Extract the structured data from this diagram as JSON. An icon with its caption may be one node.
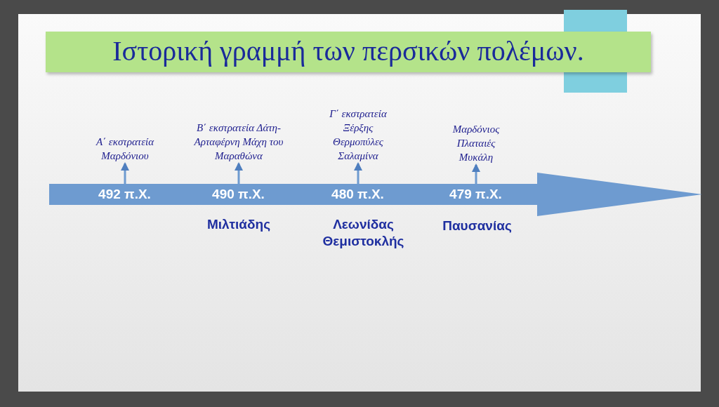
{
  "diagram": {
    "title": "Ιστορική γραμμή των περσικών πολέμων.",
    "nodes": [
      {
        "text": [],
        "shape": "arrow"
      },
      {
        "text": [
          "492 π.Χ."
        ],
        "in": 0
      },
      {
        "text": [
          "490 π.Χ."
        ],
        "in": 0
      },
      {
        "text": [
          "480 π.Χ."
        ],
        "in": 0
      },
      {
        "text": [
          "479 π.Χ."
        ],
        "in": 0
      },
      {
        "text": [
          "Α΄ εκστρατεία Μαρδόνιου"
        ]
      },
      {
        "text": [
          "Β΄ εκστρατεία Δάτη-Αρταφέρνη Μάχη του Μαραθώνα"
        ]
      },
      {
        "text": [
          "Γ΄ εκστρατεία Ξέρξης Θερμοπύλες Σαλαμίνα"
        ]
      },
      {
        "text": [
          "Μαρδόνιος Πλαταιές Μυκάλη"
        ]
      }
    ],
    "edges": [
      {
        "from": 1,
        "to": 5,
        "arrow": "to"
      },
      {
        "from": 2,
        "to": 6,
        "arrow": "to"
      },
      {
        "from": 3,
        "to": 7,
        "arrow": "to"
      },
      {
        "from": 4,
        "to": 8,
        "arrow": "to"
      }
    ],
    "labels": [
      "Μιλτιάδης",
      "Λεωνίδας Θεμιστοκλής",
      "Παυσανίας"
    ]
  }
}
